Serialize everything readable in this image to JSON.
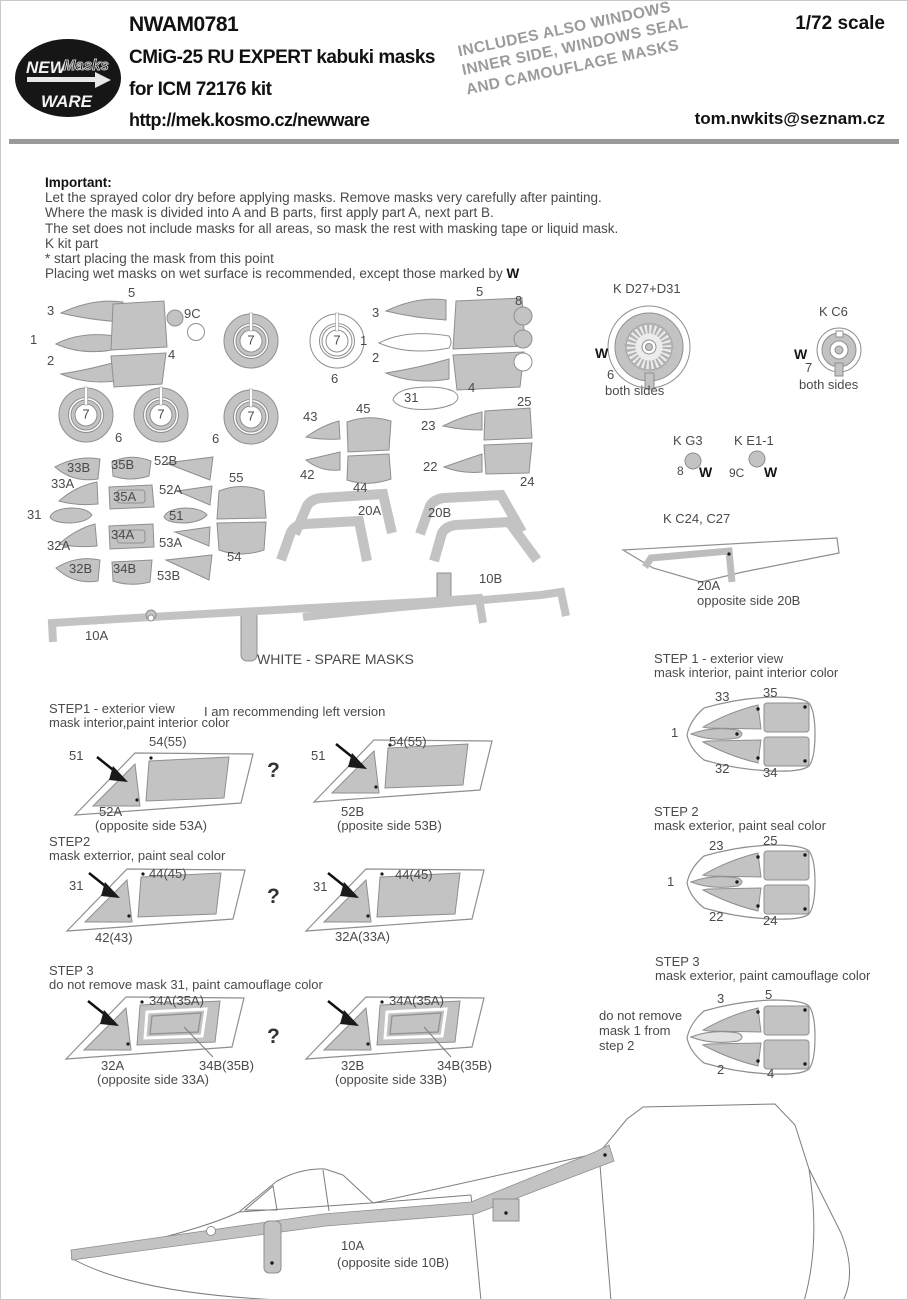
{
  "header": {
    "logo_new": "NEW",
    "logo_masks": "Masks",
    "logo_ware": "WARE",
    "product_code": "NWAM0781",
    "title": "CMiG-25 RU EXPERT kabuki masks",
    "subtitle": "for ICM 72176 kit",
    "url": "http://mek.kosmo.cz/newware",
    "scale": "1/72 scale",
    "email": "tom.nwkits@seznam.cz",
    "includes1": "INCLUDES ALSO WINDOWS",
    "includes2": "INNER SIDE, WINDOWS SEAL",
    "includes3": "AND CAMOUFLAGE MASKS"
  },
  "important": {
    "heading": "Important:",
    "line1": "Let the sprayed color dry before applying masks. Remove masks very carefully after painting.",
    "line2": "Where the mask is divided into A and B parts, first apply part A, next part B.",
    "line3": "The set does not include masks for all areas, so mask the rest with masking tape or liquid mask.",
    "line4": "K kit part",
    "line5": "*  start placing the mask from this point",
    "line6": "Placing wet masks on wet surface is recommended, except those marked by ",
    "w_mark": "W"
  },
  "labels": {
    "n1": "1",
    "n2": "2",
    "n3": "3",
    "n4": "4",
    "n5": "5",
    "n6": "6",
    "n7": "7",
    "n8": "8",
    "n9c": "9C",
    "n10a": "10A",
    "n10b": "10B",
    "n20a": "20A",
    "n20b": "20B",
    "n22": "22",
    "n23": "23",
    "n24": "24",
    "n25": "25",
    "n31": "31",
    "n32": "32",
    "n32a": "32A",
    "n32b": "32B",
    "n33": "33",
    "n33a": "33A",
    "n33b": "33B",
    "n34": "34",
    "n34a": "34A",
    "n34b": "34B",
    "n35": "35",
    "n35a": "35A",
    "n35b": "35B",
    "n42": "42",
    "n43": "43",
    "n44": "44",
    "n45": "45",
    "n51": "51",
    "n52a": "52A",
    "n52b": "52B",
    "n53a": "53A",
    "n53b": "53B",
    "n54": "54",
    "n55": "55",
    "q": "?",
    "w": "W"
  },
  "texts": {
    "spare": "WHITE - SPARE MASKS",
    "both_sides": "both sides",
    "kp_wheel_main": "K D27+D31",
    "kp_wheel_nose": "K C6",
    "kp_g3": "K G3",
    "kp_e11": "K E1-1",
    "kp_fin": "K C24, C27",
    "fin_opp": "opposite side 20B",
    "bottom_opp": "(opposite side 10B)",
    "recommend": "I am recommending left version"
  },
  "steps_left": {
    "s1_title": "STEP1 - exterior view",
    "s1_desc": "mask interior,paint interior color",
    "s2_title": "STEP2",
    "s2_desc": "mask exterrior, paint seal color",
    "s3_title": "STEP 3",
    "s3_desc": "do not remove mask 31, paint camouflage color",
    "s1_top": "54(55)",
    "s1_front": "51",
    "s1_left_bottom": "52A",
    "s1_left_opp": "(opposite side 53A)",
    "s1_right_bottom": "52B",
    "s1_right_opp": "(pposite side 53B)",
    "s2_top": "44(45)",
    "s2_front": "31",
    "s2_left_bottom": "42(43)",
    "s2_right_bottom": "32A(33A)",
    "s3_top": "34A(35A)",
    "s3_inner": "34B(35B)",
    "s3_left_bottom": "32A",
    "s3_left_opp": "(opposite side 33A)",
    "s3_right_bottom": "32B",
    "s3_right_opp": "(opposite side 33B)"
  },
  "steps_right": {
    "s1_title": "STEP 1 - exterior view",
    "s1_desc": "mask interior, paint interior color",
    "s2_title": "STEP 2",
    "s2_desc": "mask exterior, paint seal color",
    "s3_title": "STEP 3",
    "s3_desc": "mask exterior, paint camouflage color",
    "s3_note1": "do not remove",
    "s3_note2": "mask 1 from",
    "s3_note3": "step 2"
  },
  "bottom": {
    "mask": "10A"
  },
  "colors": {
    "mask_gray": "#c3c3c3",
    "mask_outline": "#8f8f8f",
    "text": "#4a4a4a",
    "watermark": "#9b9b9b",
    "logo_black": "#161616"
  }
}
